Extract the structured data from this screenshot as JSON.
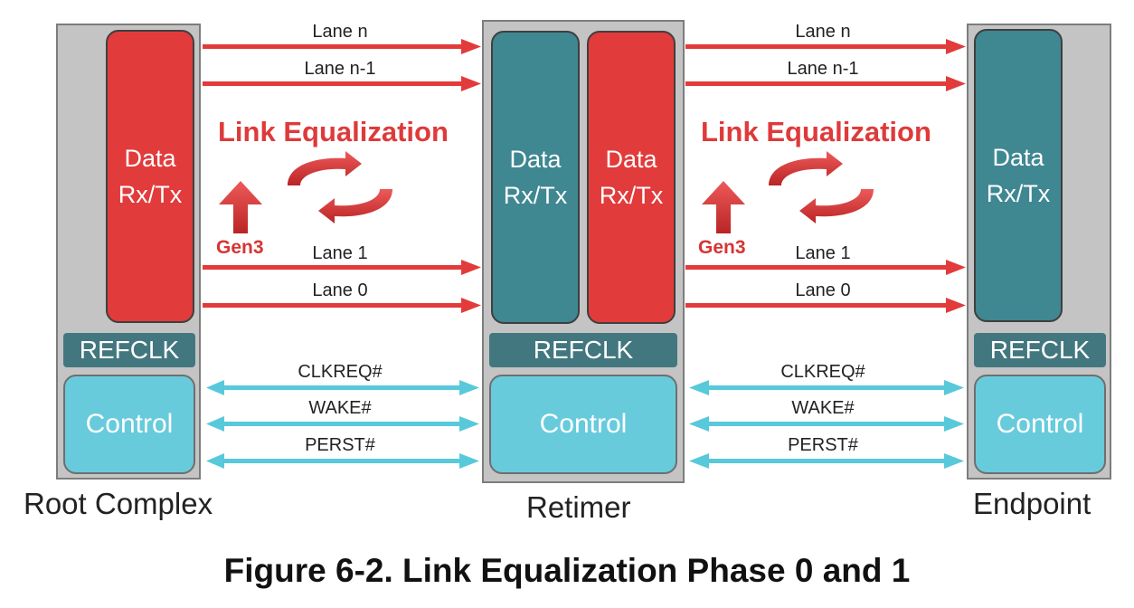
{
  "devices": {
    "root_complex": {
      "label": "Root Complex",
      "data": "Data\nRx/Tx",
      "refclk": "REFCLK",
      "control": "Control"
    },
    "retimer": {
      "label": "Retimer",
      "data_left": "Data\nRx/Tx",
      "data_right": "Data\nRx/Tx",
      "refclk": "REFCLK",
      "control": "Control"
    },
    "endpoint": {
      "label": "Endpoint",
      "data": "Data\nRx/Tx",
      "refclk": "REFCLK",
      "control": "Control"
    }
  },
  "links": {
    "left": {
      "lanes": [
        "Lane n",
        "Lane n-1",
        "Lane 1",
        "Lane 0"
      ],
      "equalization": "Link Equalization",
      "gen": "Gen3",
      "signals": [
        "CLKREQ#",
        "WAKE#",
        "PERST#"
      ]
    },
    "right": {
      "lanes": [
        "Lane n",
        "Lane n-1",
        "Lane 1",
        "Lane 0"
      ],
      "equalization": "Link Equalization",
      "gen": "Gen3",
      "signals": [
        "CLKREQ#",
        "WAKE#",
        "PERST#"
      ]
    }
  },
  "caption": "Figure 6-2. Link Equalization Phase 0 and 1",
  "colors": {
    "lane_arrow": "#e23b3b",
    "sideband_arrow": "#58c9da",
    "data_red": "#e23b3b",
    "data_teal": "#3f8791",
    "control": "#67cbdc",
    "refclk": "#43777f",
    "device_bg": "#c4c4c4"
  }
}
